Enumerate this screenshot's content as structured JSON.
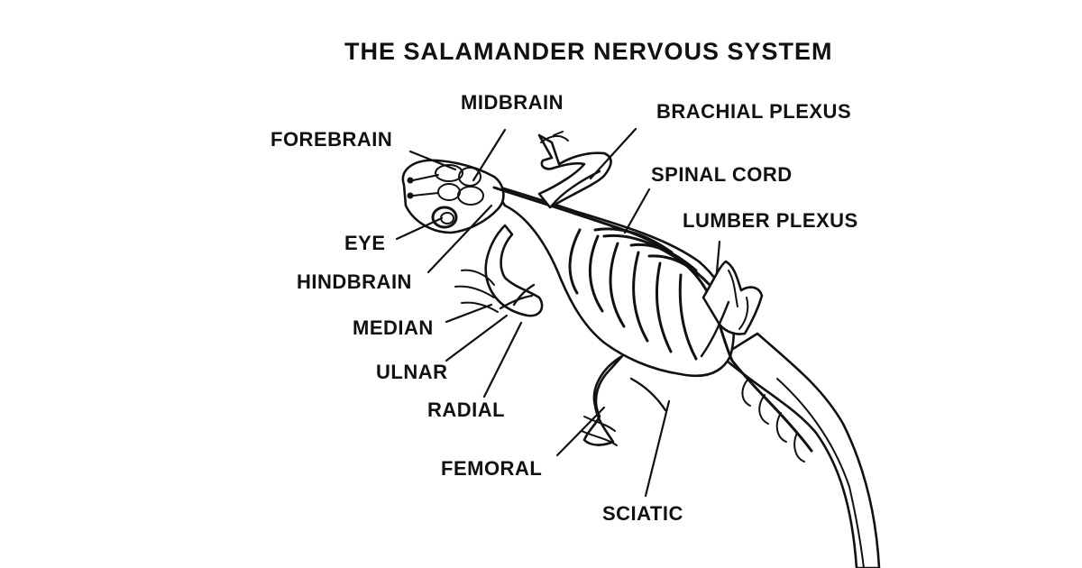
{
  "title": "THE SALAMANDER NERVOUS SYSTEM",
  "labels": {
    "forebrain": "FOREBRAIN",
    "midbrain": "MIDBRAIN",
    "brachial_plexus": "BRACHIAL PLEXUS",
    "spinal_cord": "SPINAL CORD",
    "lumber_plexus": "LUMBER PLEXUS",
    "eye": "EYE",
    "hindbrain": "HINDBRAIN",
    "median": "MEDIAN",
    "ulnar": "ULNAR",
    "radial": "RADIAL",
    "femoral": "FEMORAL",
    "sciatic": "SCIATIC"
  }
}
